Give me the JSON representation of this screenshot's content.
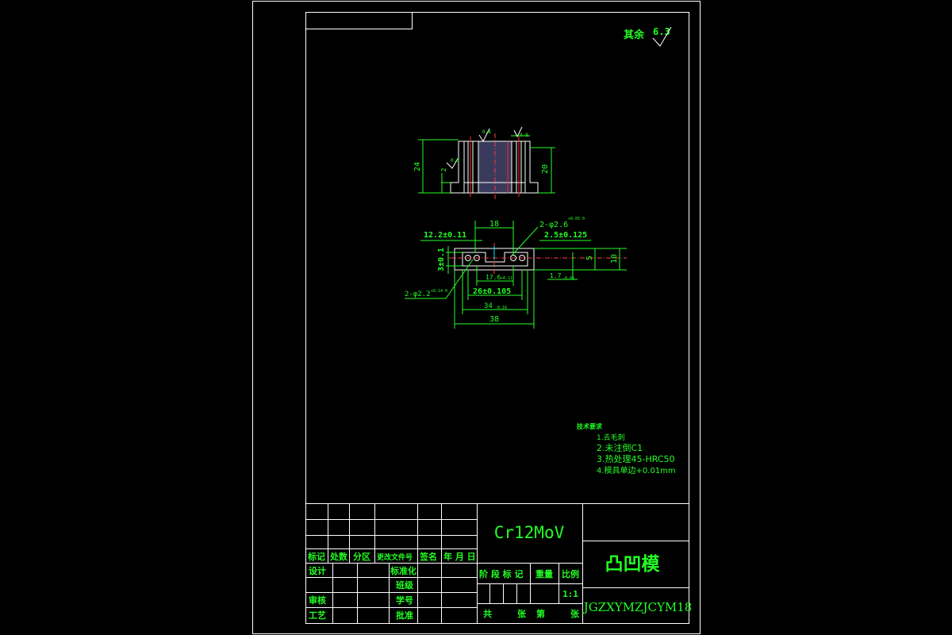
{
  "roughness": {
    "prefix": "其余",
    "value": "6.3"
  },
  "front_view": {
    "dim_overall_height": "24",
    "dim_body_height": "20",
    "dim_step": "2",
    "roughness_top": "0.8",
    "roughness_side": "0.8",
    "roughness_small": "0.8"
  },
  "top_view": {
    "dim_12_2": "12.2±0.11",
    "dim_18": "18",
    "dim_2_phi_2_6": "2-φ2.6",
    "dim_2_phi_2_6_tol": "+0.05 0",
    "dim_2_5": "2.5±0.125",
    "dim_3": "3±0.1",
    "dim_5": "5",
    "dim_10": "10",
    "dim_1_7": "1.7",
    "dim_1_7_tol": "-0.06",
    "dim_17_6": "17.6",
    "dim_17_6_tol": "+0.11",
    "dim_2_phi_2_2": "2-φ2.2",
    "dim_2_phi_2_2_tol": "+0.14 0",
    "dim_26": "26±0.105",
    "dim_34": "34",
    "dim_34_tol": "-0.16",
    "dim_38": "38"
  },
  "tech_notes": {
    "title": "技术要求",
    "items": [
      "1.去毛刺",
      "2.未注倒C1",
      "3.热处理45-HRC50",
      "4.模具单边+0.01mm"
    ]
  },
  "title_block": {
    "material": "Cr12MoV",
    "part_name": "凸凹模",
    "drawing_number": "JGZXYMZJCYM18",
    "scale": "1:1",
    "header_labels": [
      "标记",
      "处数",
      "分区",
      "更改文件号",
      "签名",
      "年 月 日"
    ],
    "design": "设计",
    "standardization": "标准化",
    "class": "班级",
    "student_no": "学号",
    "review": "审核",
    "process": "工艺",
    "approve": "批准",
    "stage_mark": "阶 段 标 记",
    "weight": "重量",
    "ratio": "比例",
    "total": "共",
    "sheets": "张",
    "sheet_no": "第",
    "sheets2": "张"
  }
}
